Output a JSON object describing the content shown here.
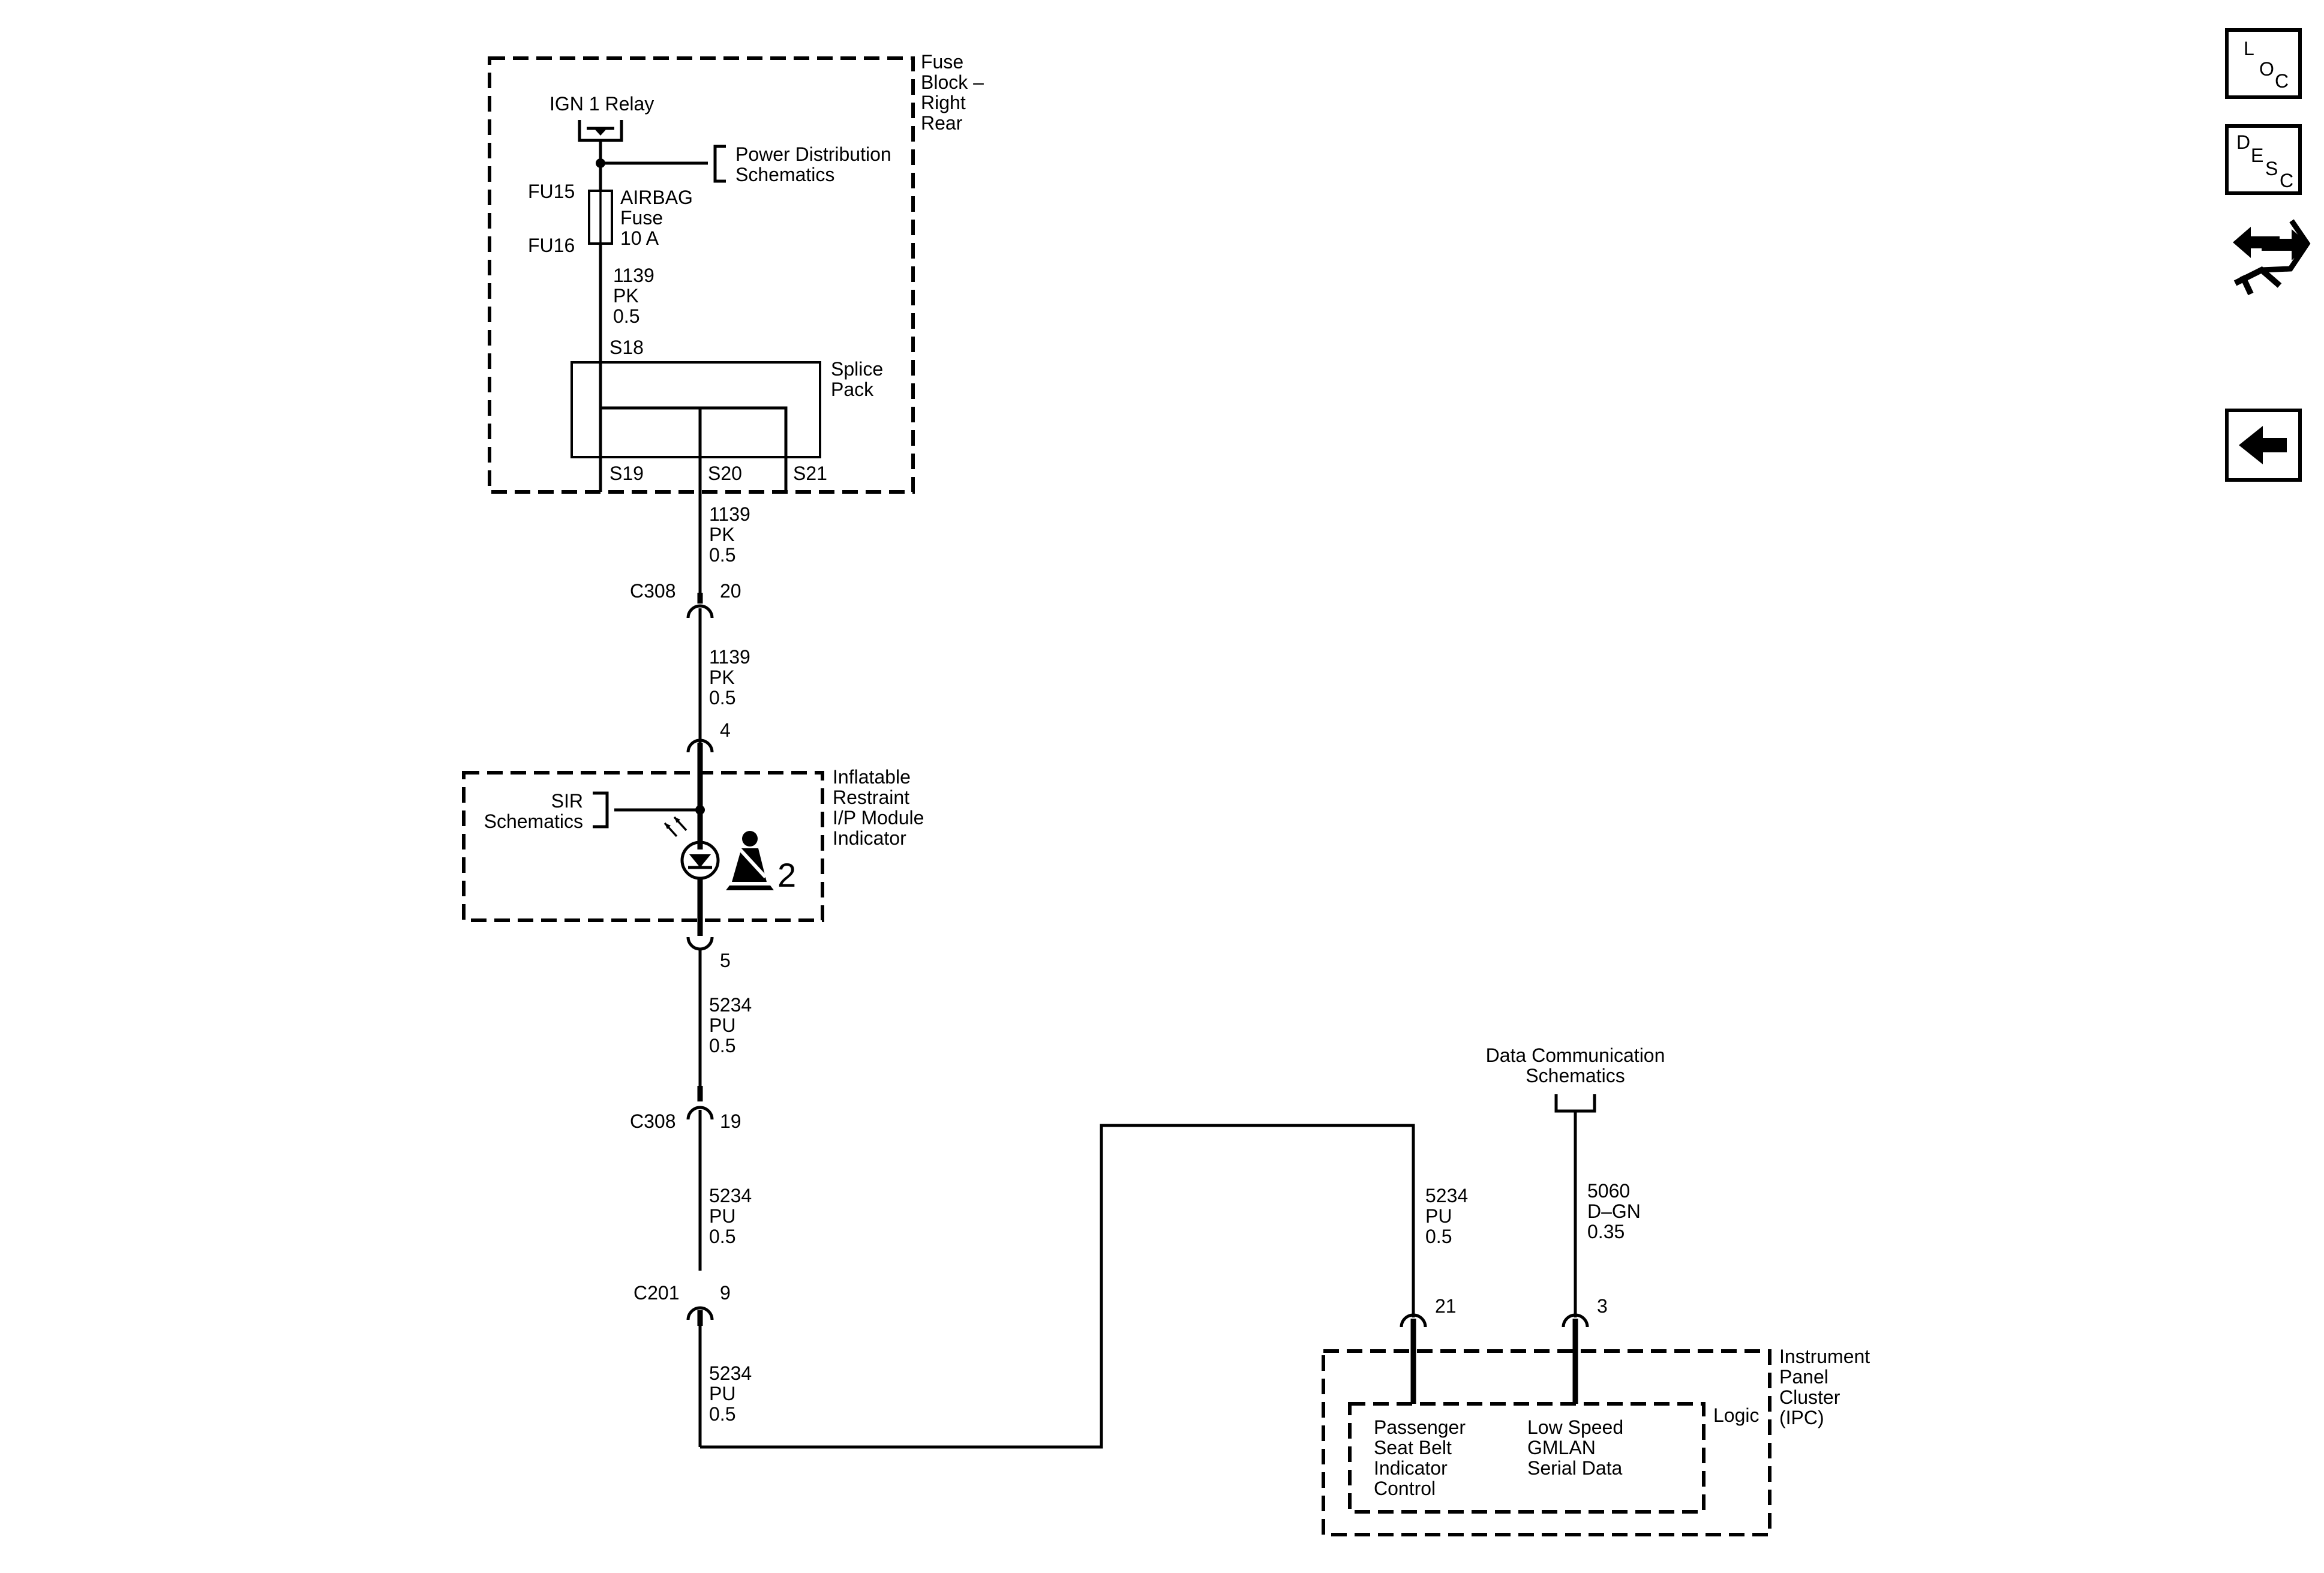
{
  "fuse_block": {
    "title": [
      "Fuse",
      "Block –",
      "Right",
      "Rear"
    ],
    "relay": "IGN 1 Relay",
    "power_dist": [
      "Power Distribution",
      "Schematics"
    ],
    "fu_top": "FU15",
    "fu_bottom": "FU16",
    "fuse": [
      "AIRBAG",
      "Fuse",
      "10 A"
    ],
    "wire": [
      "1139",
      "PK",
      "0.5"
    ]
  },
  "splice_pack": {
    "title": [
      "Splice",
      "Pack"
    ],
    "s18": "S18",
    "s19": "S19",
    "s20": "S20",
    "s21": "S21"
  },
  "wires": {
    "w1": [
      "1139",
      "PK",
      "0.5"
    ],
    "w2": [
      "1139",
      "PK",
      "0.5"
    ],
    "w3": [
      "5234",
      "PU",
      "0.5"
    ],
    "w4": [
      "5234",
      "PU",
      "0.5"
    ],
    "w5": [
      "5234",
      "PU",
      "0.5"
    ],
    "w6": [
      "5234",
      "PU",
      "0.5"
    ],
    "w7": [
      "5060",
      "D–GN",
      "0.35"
    ]
  },
  "connectors": {
    "c308a": {
      "name": "C308",
      "pin": "20"
    },
    "module_in": {
      "pin": "4"
    },
    "module_out": {
      "pin": "5"
    },
    "c308b": {
      "name": "C308",
      "pin": "19"
    },
    "c201": {
      "name": "C201",
      "pin": "9"
    },
    "ipc_a": {
      "pin": "21"
    },
    "ipc_b": {
      "pin": "3"
    }
  },
  "indicator_module": {
    "title": [
      "Inflatable",
      "Restraint",
      "I/P Module",
      "Indicator"
    ],
    "sir": [
      "SIR",
      "Schematics"
    ],
    "badge": "2"
  },
  "data_comm": [
    "Data Communication",
    "Schematics"
  ],
  "ipc": {
    "title": [
      "Instrument",
      "Panel",
      "Cluster",
      "(IPC)"
    ],
    "logic": "Logic",
    "passenger": [
      "Passenger",
      "Seat Belt",
      "Indicator",
      "Control"
    ],
    "gmlan": [
      "Low Speed",
      "GMLAN",
      "Serial Data"
    ]
  },
  "nav": {
    "loc": [
      "L",
      "O",
      "C"
    ],
    "desc": [
      "D",
      "E",
      "S",
      "C"
    ]
  }
}
